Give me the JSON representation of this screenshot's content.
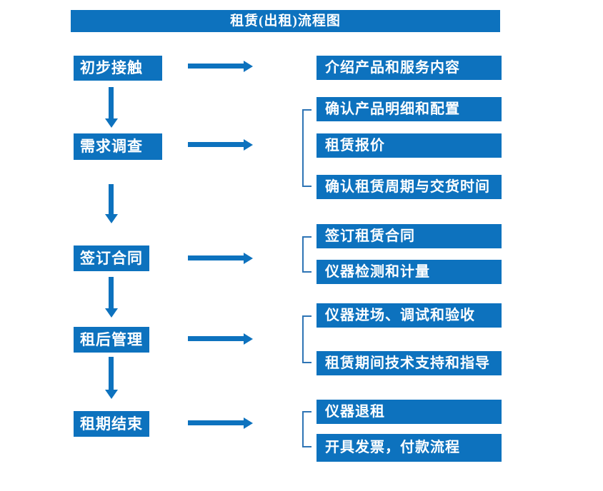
{
  "title": "租赁(出租)流程图",
  "colors": {
    "accent": "#0d72be",
    "bracket": "#2e74b5",
    "text": "#ffffff",
    "background": "#ffffff"
  },
  "steps": [
    {
      "label": "初步接触",
      "outputs": [
        "介绍产品和服务内容"
      ]
    },
    {
      "label": "需求调查",
      "outputs": [
        "确认产品明细和配置",
        "租赁报价",
        "确认租赁周期与交货时间"
      ]
    },
    {
      "label": "签订合同",
      "outputs": [
        "签订租赁合同",
        "仪器检测和计量"
      ]
    },
    {
      "label": "租后管理",
      "outputs": [
        "仪器进场、调试和验收",
        "租赁期间技术支持和指导"
      ]
    },
    {
      "label": "租期结束",
      "outputs": [
        "仪器退租",
        "开具发票，付款流程"
      ]
    }
  ]
}
